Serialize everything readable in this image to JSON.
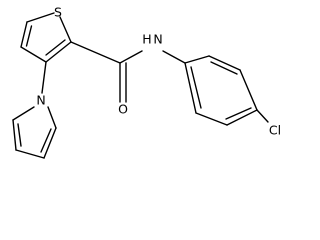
{
  "molecule": {
    "atoms": {
      "sulfur": "S",
      "amide_nitrogen": "N",
      "amide_hydrogen": "H",
      "carbonyl_oxygen": "O",
      "pyrrole_nitrogen": "N",
      "chlorine": "Cl"
    },
    "colors": {
      "bond": "#000000",
      "label": "#000000",
      "background": "#ffffff"
    }
  }
}
